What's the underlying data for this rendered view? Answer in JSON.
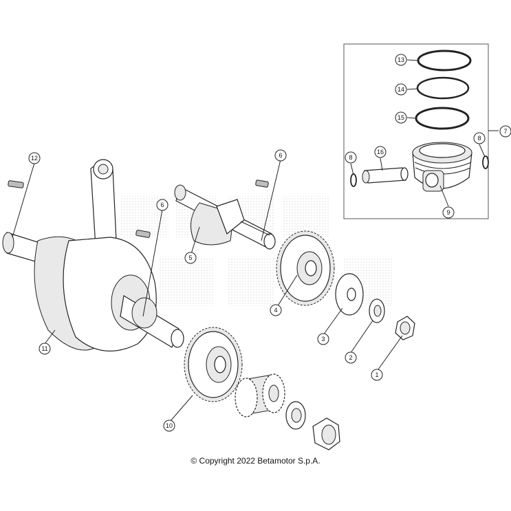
{
  "callouts": [
    "1",
    "2",
    "3",
    "4",
    "5",
    "6",
    "6",
    "7",
    "8",
    "8",
    "9",
    "10",
    "11",
    "12",
    "13",
    "14",
    "15",
    "16"
  ],
  "copyright": "© Copyright 2022 Betamotor S.p.A."
}
